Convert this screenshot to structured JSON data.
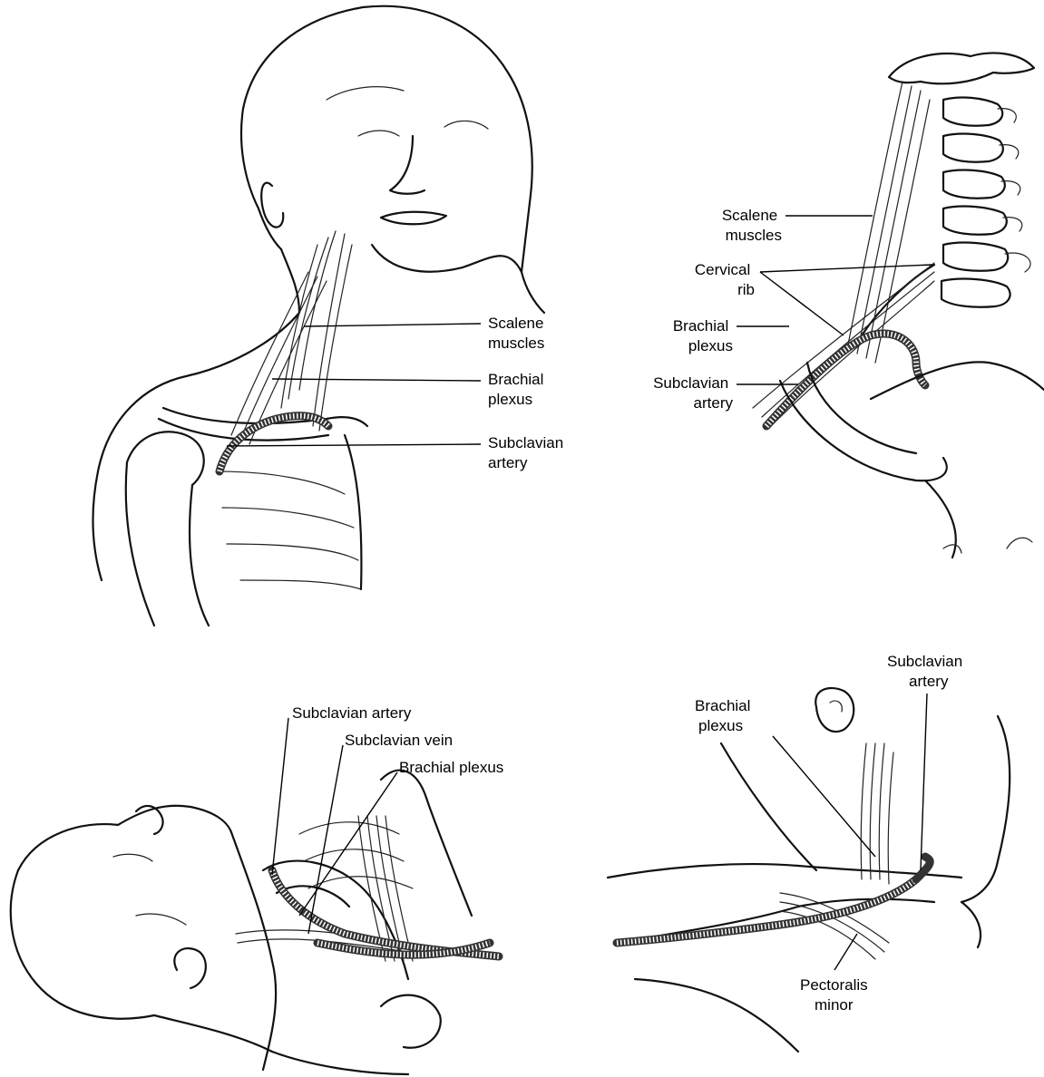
{
  "panels": [
    {
      "id": "panel-1",
      "labels": [
        {
          "key": "scalene",
          "lines": [
            "Scalene",
            "muscles"
          ]
        },
        {
          "key": "brachial",
          "lines": [
            "Brachial",
            "plexus"
          ]
        },
        {
          "key": "subclavian",
          "lines": [
            "Subclavian",
            "artery"
          ]
        }
      ]
    },
    {
      "id": "panel-2",
      "labels": [
        {
          "key": "scalene",
          "lines": [
            "Scalene",
            "muscles"
          ]
        },
        {
          "key": "cervical",
          "lines": [
            "Cervical",
            "rib"
          ]
        },
        {
          "key": "brachial",
          "lines": [
            "Brachial",
            "plexus"
          ]
        },
        {
          "key": "subclavian",
          "lines": [
            "Subclavian",
            "artery"
          ]
        }
      ]
    },
    {
      "id": "panel-3",
      "labels": [
        {
          "key": "subclavian-artery",
          "lines": [
            "Subclavian artery"
          ]
        },
        {
          "key": "subclavian-vein",
          "lines": [
            "Subclavian vein"
          ]
        },
        {
          "key": "brachial",
          "lines": [
            "Brachial plexus"
          ]
        }
      ]
    },
    {
      "id": "panel-4",
      "labels": [
        {
          "key": "subclavian",
          "lines": [
            "Subclavian",
            "artery"
          ]
        },
        {
          "key": "brachial",
          "lines": [
            "Brachial",
            "plexus"
          ]
        },
        {
          "key": "pectoralis",
          "lines": [
            "Pectoralis",
            "minor"
          ]
        }
      ]
    }
  ]
}
